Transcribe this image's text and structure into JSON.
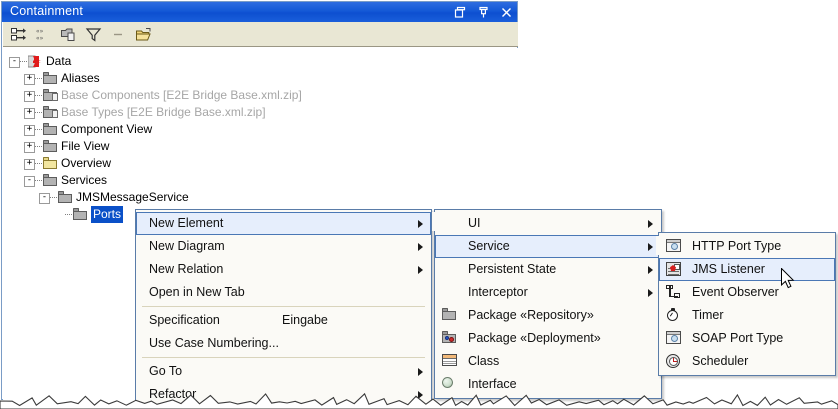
{
  "window": {
    "title": "Containment",
    "buttons": [
      {
        "name": "restore",
        "label": "Restore"
      },
      {
        "name": "pin",
        "label": "Pin"
      },
      {
        "name": "close",
        "label": "Close"
      }
    ]
  },
  "toolbar": {
    "items": [
      {
        "name": "expand-all-icon",
        "label": "Expand All"
      },
      {
        "name": "show-stereotypes-icon",
        "label": "Show Stereotypes"
      },
      {
        "name": "copy-icon",
        "label": "Copy"
      },
      {
        "name": "filter-icon",
        "label": "Filter"
      },
      {
        "name": "separator",
        "label": "-"
      },
      {
        "name": "open-folder-icon",
        "label": "Open"
      }
    ]
  },
  "tree": {
    "nodes": [
      {
        "label": "Data",
        "depth": 0,
        "expander": "-",
        "icon": "data-icon",
        "greyed": false,
        "selected": false
      },
      {
        "label": "Aliases",
        "depth": 1,
        "expander": "+",
        "icon": "folder-icon",
        "greyed": false,
        "selected": false
      },
      {
        "label": "Base Components [E2E Bridge Base.xml.zip]",
        "depth": 1,
        "expander": "+",
        "icon": "folder-page-icon",
        "greyed": true,
        "selected": false
      },
      {
        "label": "Base Types [E2E Bridge Base.xml.zip]",
        "depth": 1,
        "expander": "+",
        "icon": "folder-page-icon",
        "greyed": true,
        "selected": false
      },
      {
        "label": "Component View",
        "depth": 1,
        "expander": "+",
        "icon": "folder-icon",
        "greyed": false,
        "selected": false
      },
      {
        "label": "File View",
        "depth": 1,
        "expander": "+",
        "icon": "folder-icon",
        "greyed": false,
        "selected": false
      },
      {
        "label": "Overview",
        "depth": 1,
        "expander": "+",
        "icon": "folder-yellow-icon",
        "greyed": false,
        "selected": false
      },
      {
        "label": "Services",
        "depth": 1,
        "expander": "-",
        "icon": "folder-icon",
        "greyed": false,
        "selected": false
      },
      {
        "label": "JMSMessageService",
        "depth": 2,
        "expander": "-",
        "icon": "folder-icon",
        "greyed": false,
        "selected": false
      },
      {
        "label": "Ports",
        "depth": 3,
        "expander": "",
        "icon": "folder-icon",
        "greyed": false,
        "selected": true
      }
    ]
  },
  "context_menu": {
    "items": [
      {
        "label": "New Element",
        "accel": "",
        "submenu": true,
        "highlighted": true,
        "separator_after": false
      },
      {
        "label": "New Diagram",
        "accel": "",
        "submenu": true,
        "highlighted": false,
        "separator_after": false
      },
      {
        "label": "New Relation",
        "accel": "",
        "submenu": true,
        "highlighted": false,
        "separator_after": false
      },
      {
        "label": "Open in New Tab",
        "accel": "",
        "submenu": false,
        "highlighted": false,
        "separator_after": true
      },
      {
        "label": "Specification",
        "accel": "Eingabe",
        "submenu": false,
        "highlighted": false,
        "separator_after": false
      },
      {
        "label": "Use Case Numbering...",
        "accel": "",
        "submenu": false,
        "highlighted": false,
        "separator_after": true
      },
      {
        "label": "Go To",
        "accel": "",
        "submenu": true,
        "highlighted": false,
        "separator_after": false
      },
      {
        "label": "Refactor",
        "accel": "",
        "submenu": true,
        "highlighted": false,
        "separator_after": false
      }
    ]
  },
  "submenu_new_element": {
    "items": [
      {
        "label": "UI",
        "icon": "",
        "submenu": true,
        "highlighted": false
      },
      {
        "label": "Service",
        "icon": "",
        "submenu": true,
        "highlighted": true
      },
      {
        "label": "Persistent State",
        "icon": "",
        "submenu": true,
        "highlighted": false
      },
      {
        "label": "Interceptor",
        "icon": "",
        "submenu": true,
        "highlighted": false
      },
      {
        "label": "Package «Repository»",
        "icon": "package-icon",
        "submenu": false,
        "highlighted": false
      },
      {
        "label": "Package «Deployment»",
        "icon": "package-deploy-icon",
        "submenu": false,
        "highlighted": false
      },
      {
        "label": "Class",
        "icon": "class-icon",
        "submenu": false,
        "highlighted": false
      },
      {
        "label": "Interface",
        "icon": "interface-icon",
        "submenu": false,
        "highlighted": false
      }
    ]
  },
  "submenu_service": {
    "items": [
      {
        "label": "HTTP Port Type",
        "icon": "http-port-type-icon",
        "highlighted": false
      },
      {
        "label": "JMS Listener",
        "icon": "jms-listener-icon",
        "highlighted": true
      },
      {
        "label": "Event Observer",
        "icon": "event-observer-icon",
        "highlighted": false
      },
      {
        "label": "Timer",
        "icon": "timer-icon",
        "highlighted": false
      },
      {
        "label": "SOAP Port Type",
        "icon": "soap-port-type-icon",
        "highlighted": false
      },
      {
        "label": "Scheduler",
        "icon": "scheduler-icon",
        "highlighted": false
      }
    ]
  },
  "colors": {
    "titlebar": "#1459d6",
    "toolbar": "#e9e7d4",
    "menu_bg": "#fbfaf6",
    "menu_border": "#5a7ca8",
    "highlight_bg": "#e6eefc",
    "highlight_border": "#4a77b5",
    "selection_bg": "#0a50c8",
    "panel_border": "#7a9cc6",
    "greyed_text": "#a6a6a6"
  }
}
